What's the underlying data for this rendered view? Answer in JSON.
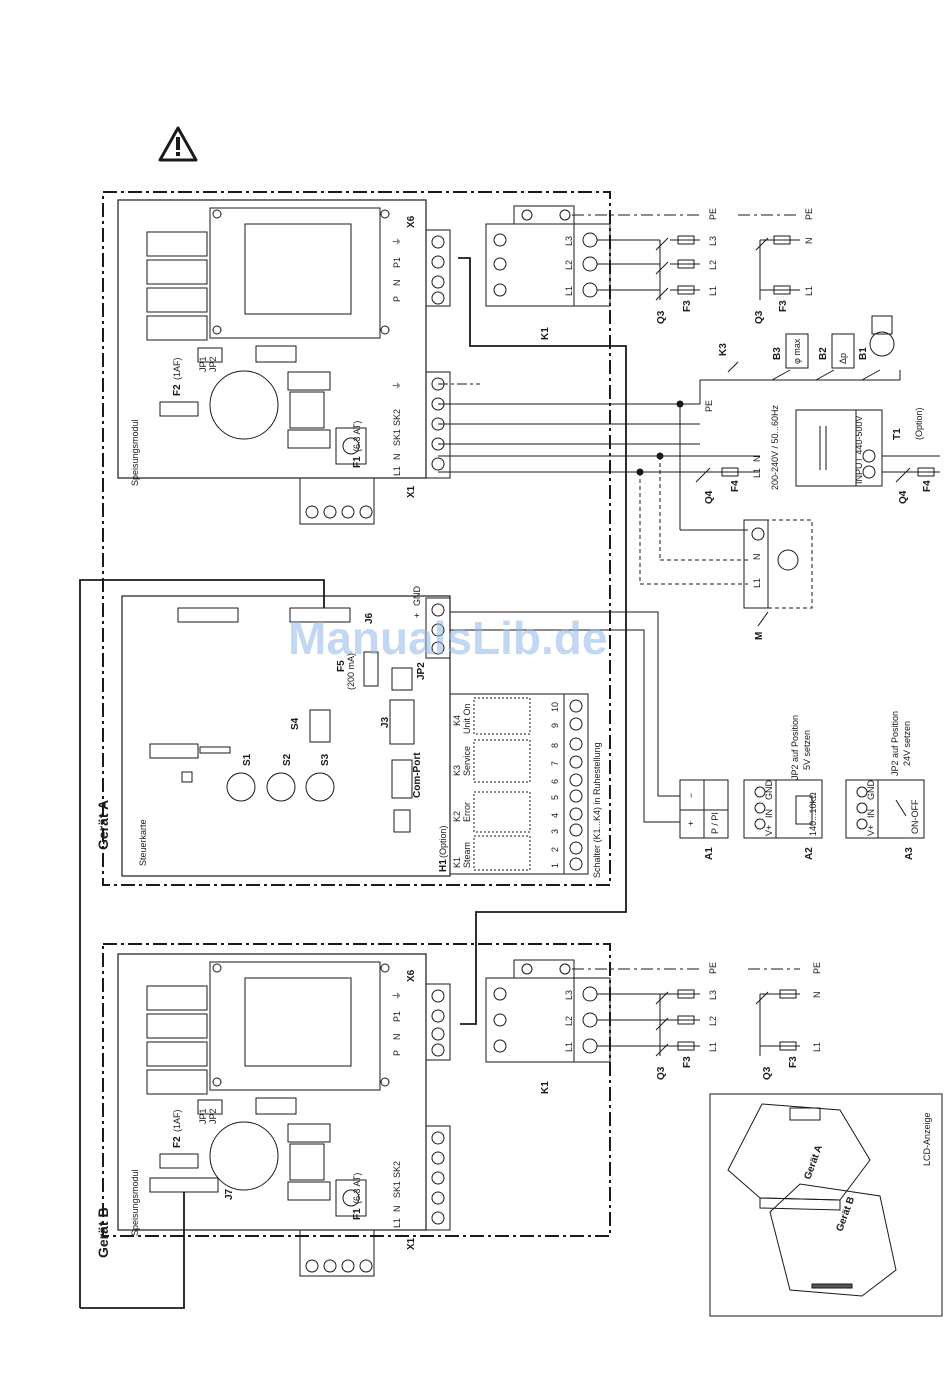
{
  "watermark": "ManualsLib.de",
  "device_a": {
    "title": "Gerät A",
    "supply_module": {
      "title": "Speisungsmodul",
      "fuse_f1": "F1",
      "fuse_f1_rating": "(6.3 AT)",
      "fuse_f2": "F2",
      "fuse_f2_rating": "(1AF)",
      "jp1": "JP1",
      "jp2": "JP2",
      "x1": "X1",
      "x1_terminals": [
        "L1",
        "N",
        "SK1",
        "SK2",
        "⏚"
      ],
      "x6": "X6",
      "x6_terminals": [
        "P",
        "N",
        "P1",
        "⏚"
      ]
    },
    "control_card": {
      "title": "Steuerkarte",
      "j6": "J6",
      "j3": "J3",
      "jp2": "JP2",
      "f5": "F5",
      "f5_rating": "(200 mA)",
      "s1": "S1",
      "s2": "S2",
      "s3": "S3",
      "s4": "S4",
      "com_port": "Com-Port",
      "h1": "H1",
      "h1_option": "(Option)",
      "plus_terminals": [
        "+",
        "GND"
      ],
      "relays": [
        {
          "id": "K1",
          "name": "Steam",
          "pins": [
            "1",
            "2",
            "3"
          ]
        },
        {
          "id": "K2",
          "name": "Error",
          "pins": [
            "4",
            "5",
            "6"
          ]
        },
        {
          "id": "K3",
          "name": "Service",
          "pins": [
            "7",
            "8"
          ]
        },
        {
          "id": "K4",
          "name": "Unit On",
          "pins": [
            "9",
            "10"
          ]
        }
      ],
      "relay_note": "Schalter (K1...K4) in Ruhestellung"
    }
  },
  "device_b": {
    "title": "Gerät B",
    "supply_module": {
      "title": "Speisungsmodul",
      "fuse_f1": "F1",
      "fuse_f1_rating": "(6.3 AT)",
      "fuse_f2": "F2",
      "fuse_f2_rating": "(1AF)",
      "jp1": "JP1",
      "jp2": "JP2",
      "x1": "X1",
      "j7": "J7",
      "x1_terminals": [
        "L1",
        "N",
        "SK1",
        "SK2"
      ],
      "x6": "X6",
      "x6_terminals": [
        "P",
        "N",
        "P1",
        "⏚"
      ]
    }
  },
  "contactor": {
    "id": "K1",
    "terminals": [
      "L3",
      "L2",
      "L1"
    ]
  },
  "supply_lines": {
    "main_a": [
      "PE",
      "L3",
      "L2",
      "L1"
    ],
    "alt_a": [
      "PE",
      "N",
      "L1"
    ],
    "q3": "Q3",
    "f3": "F3"
  },
  "safety_chain": {
    "k3": "K3",
    "b3": "B3",
    "b2": "B2",
    "b1": "B1",
    "b3_symbol": "φ max",
    "b2_symbol": "Δp"
  },
  "control_supply": {
    "pe": "PE",
    "n": "N",
    "l1": "L1",
    "q4": "Q4",
    "f4": "F4",
    "rating": "200-240V / 50...60Hz",
    "transformer": "T1",
    "transformer_option": "(Option)",
    "transformer_input": "INPUT 440-500V"
  },
  "motor": {
    "id": "M",
    "terminals": [
      "⏚",
      "N",
      "L1"
    ]
  },
  "signals": {
    "a1": {
      "id": "A1",
      "label": "P / PI",
      "terminals": [
        "+",
        "−"
      ]
    },
    "a2": {
      "id": "A2",
      "label": "140...10kΩ",
      "terminals": [
        "V+",
        "IN",
        "GND"
      ],
      "note1": "JP2 auf Position",
      "note2": "5V setzen"
    },
    "a3": {
      "id": "A3",
      "label": "ON-OFF",
      "terminals": [
        "V+",
        "IN",
        "GND"
      ],
      "note1": "JP2 auf Position",
      "note2": "24V setzen"
    }
  },
  "illustration": {
    "device_a": "Gerät A",
    "device_b": "Gerät B",
    "lcd": "LCD-Anzeige"
  }
}
